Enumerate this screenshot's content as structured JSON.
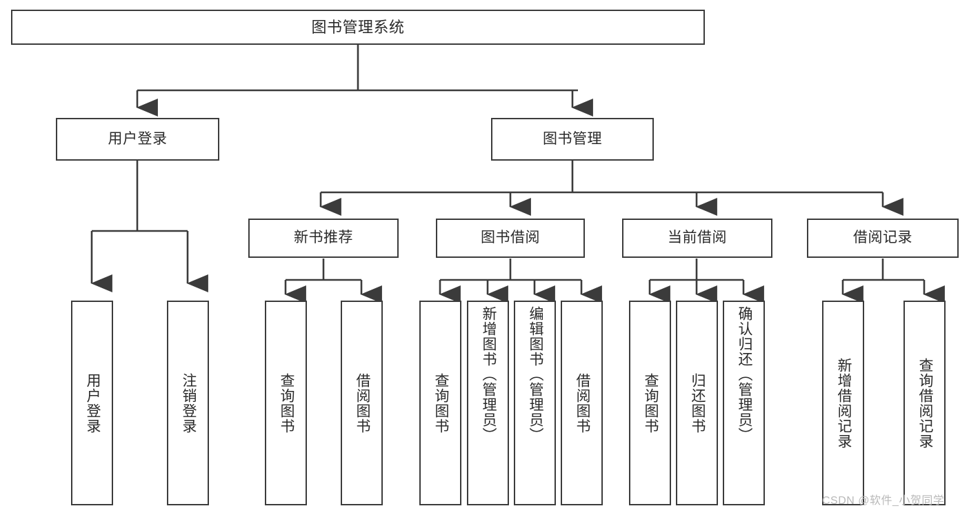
{
  "diagram": {
    "title": "图书管理系统",
    "type": "hierarchy-tree",
    "root": {
      "label": "图书管理系统"
    },
    "level2": [
      {
        "label": "用户登录"
      },
      {
        "label": "图书管理"
      }
    ],
    "level3": [
      {
        "label": "新书推荐"
      },
      {
        "label": "图书借阅"
      },
      {
        "label": "当前借阅"
      },
      {
        "label": "借阅记录"
      }
    ],
    "leaves": {
      "user_login": [
        {
          "label": "用户登录"
        },
        {
          "label": "注销登录"
        }
      ],
      "new_book_recommend": [
        {
          "label": "查询图书"
        },
        {
          "label": "借阅图书"
        }
      ],
      "book_borrow": [
        {
          "label": "查询图书"
        },
        {
          "label": "新增图书（管理员）"
        },
        {
          "label": "编辑图书（管理员）"
        },
        {
          "label": "借阅图书"
        }
      ],
      "current_borrow": [
        {
          "label": "查询图书"
        },
        {
          "label": "归还图书"
        },
        {
          "label": "确认归还（管理员）"
        }
      ],
      "borrow_record": [
        {
          "label": "新增借阅记录"
        },
        {
          "label": "查询借阅记录"
        }
      ]
    }
  },
  "watermark": {
    "text": "CSDN @软件_小贺同学"
  },
  "colors": {
    "stroke": "#3b3b3b",
    "fill": "#ffffff",
    "text": "#2a2a2a",
    "watermark": "#b9b9b9"
  }
}
